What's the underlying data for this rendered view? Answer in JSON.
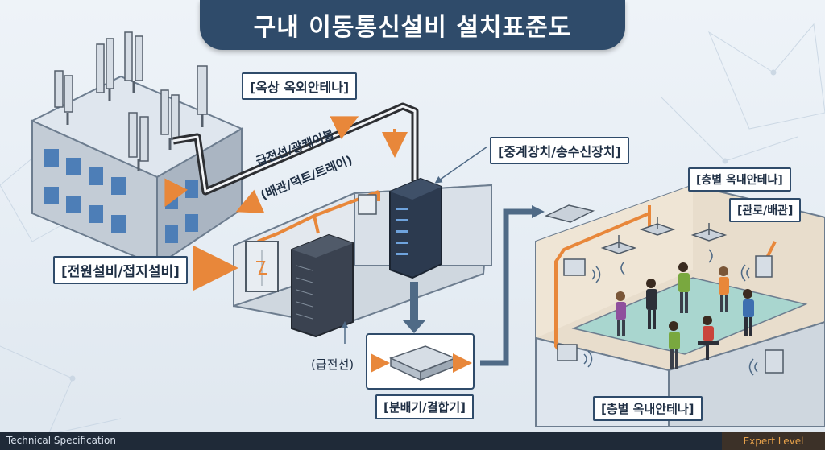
{
  "title": "구내 이동통신설비 설치표준도",
  "labels": {
    "rooftop_antenna": "[옥상 옥외안테나]",
    "repeater": "[중계장치/송수신장치]",
    "power_grounding": "[전원설비/접지설비]",
    "floor_antenna_top": "[층별 옥내안테나]",
    "conduit": "[관로/배관]",
    "splitter": "[분배기/결합기]",
    "floor_antenna_bottom": "[층별 옥내안테나]",
    "feeder_cable": "급전선/광케이블",
    "duct_tray": "(배관/덕트/트레이)",
    "feeder_line": "(급전선)"
  },
  "footer": {
    "left": "Technical Specification",
    "right": "Expert Level"
  },
  "colors": {
    "navy": "#2f4b6a",
    "orange": "#e8873a",
    "cable": "#2d2f33",
    "floor": "#a9d6cf",
    "wall": "#e8ddcc"
  }
}
